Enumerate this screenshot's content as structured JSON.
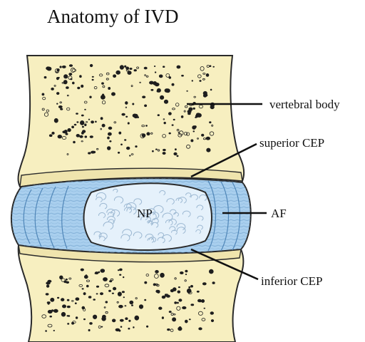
{
  "title": "Anatomy of IVD",
  "labels": {
    "vertebral_body": "vertebral body",
    "superior_cep": "superior CEP",
    "np": "NP",
    "af": "AF",
    "inferior_cep": "inferior CEP"
  },
  "colors": {
    "bone": "#f7efc0",
    "outline": "#2a2a2a",
    "annulus": "#a9cfee",
    "nucleus": "#e5f1fb"
  }
}
